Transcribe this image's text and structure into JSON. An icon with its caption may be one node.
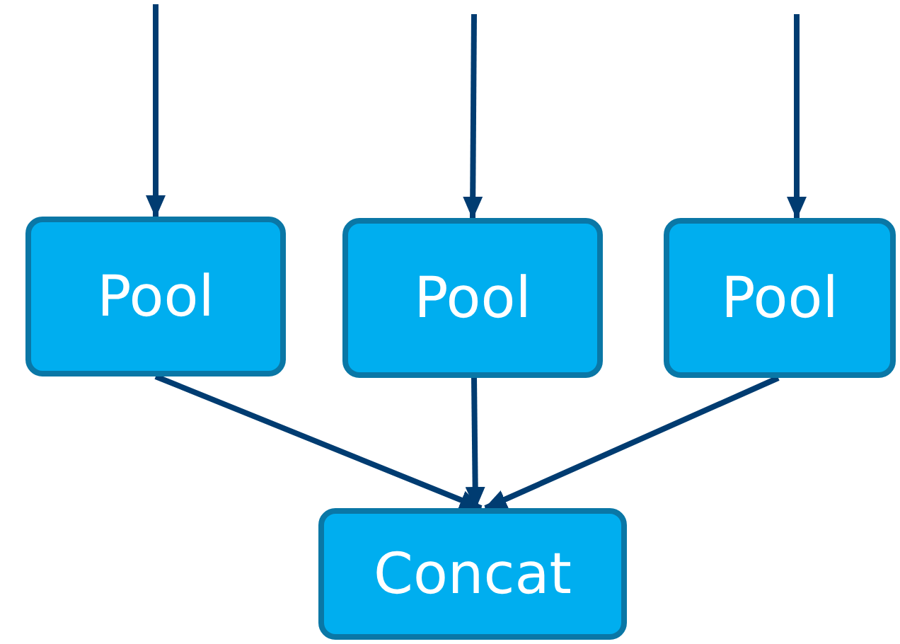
{
  "diagram": {
    "nodes": [
      {
        "text": [
          "Pool"
        ]
      },
      {
        "text": [
          "Pool"
        ]
      },
      {
        "text": [
          "Pool"
        ]
      },
      {
        "text": [
          "Concat"
        ]
      }
    ],
    "edges": [
      {
        "from": null,
        "to": 0,
        "arrow": "to"
      },
      {
        "from": null,
        "to": 1,
        "arrow": "to"
      },
      {
        "from": null,
        "to": 2,
        "arrow": "to"
      },
      {
        "from": 0,
        "to": 3,
        "arrow": "to"
      },
      {
        "from": 1,
        "to": 3,
        "arrow": "to"
      },
      {
        "from": 2,
        "to": 3,
        "arrow": "to"
      }
    ]
  }
}
